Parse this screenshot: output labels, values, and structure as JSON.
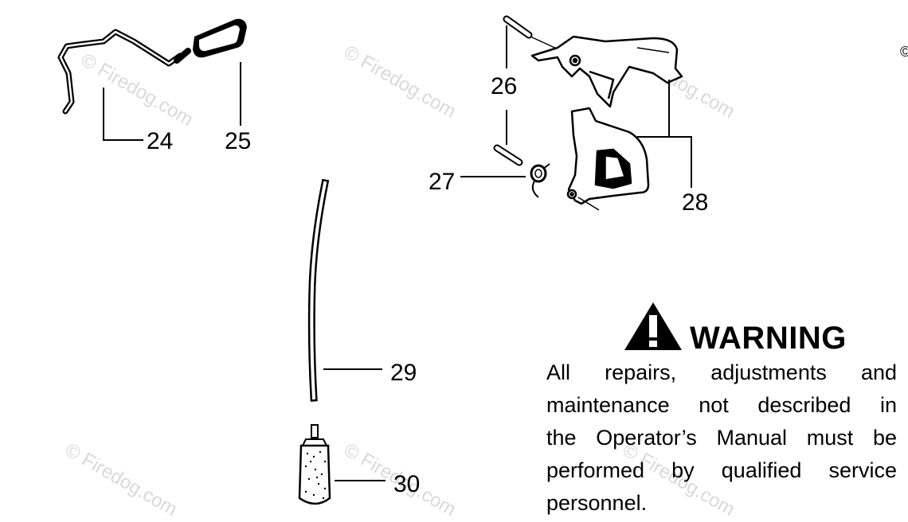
{
  "callouts": {
    "c24": "24",
    "c25": "25",
    "c26": "26",
    "c27": "27",
    "c28": "28",
    "c29": "29",
    "c30": "30"
  },
  "watermark": "© Firedog.com",
  "copyright_symbol": "©",
  "warning": {
    "title": "WARNING",
    "lines": [
      "All repairs, adjustments and",
      "maintenance not described in",
      "the Operator’s Manual must be",
      "performed by qualified service",
      "personnel."
    ]
  },
  "colors": {
    "ink": "#000000",
    "watermark": "#d9d9d9",
    "background": "#ffffff"
  }
}
